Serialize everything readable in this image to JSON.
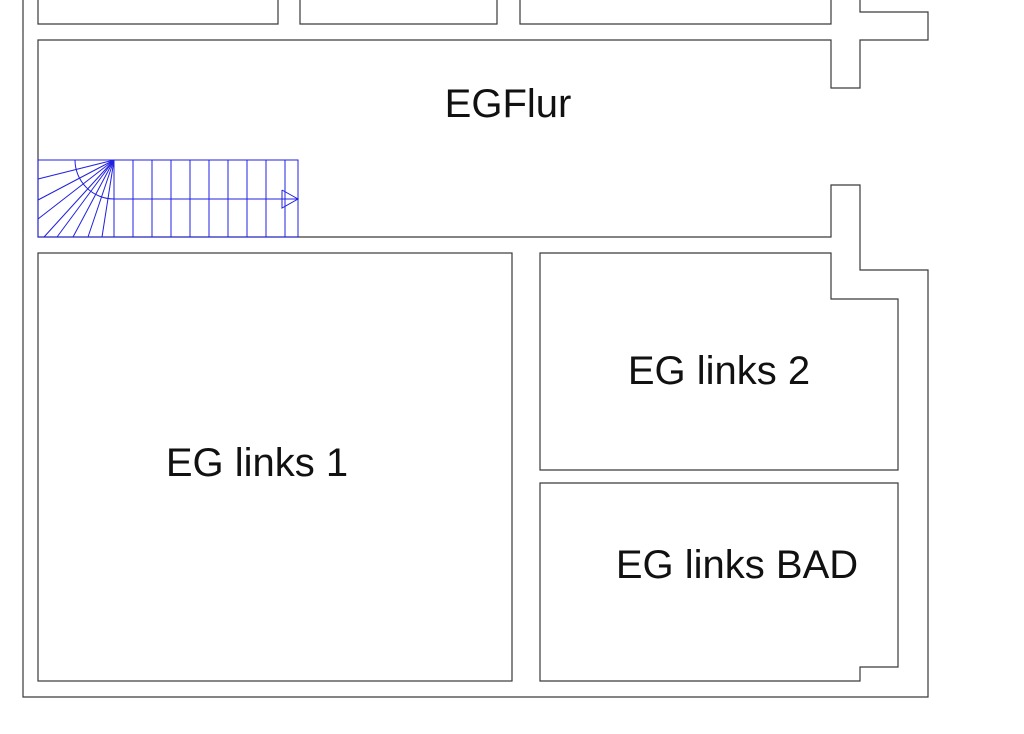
{
  "rooms": {
    "flur": {
      "label": "EGFlur"
    },
    "links1": {
      "label": "EG links 1"
    },
    "links2": {
      "label": "EG links 2"
    },
    "bad": {
      "label": "EG links BAD"
    }
  },
  "colors": {
    "wall": "#3a3a3a",
    "stair": "#2020e0",
    "background": "#ffffff"
  }
}
